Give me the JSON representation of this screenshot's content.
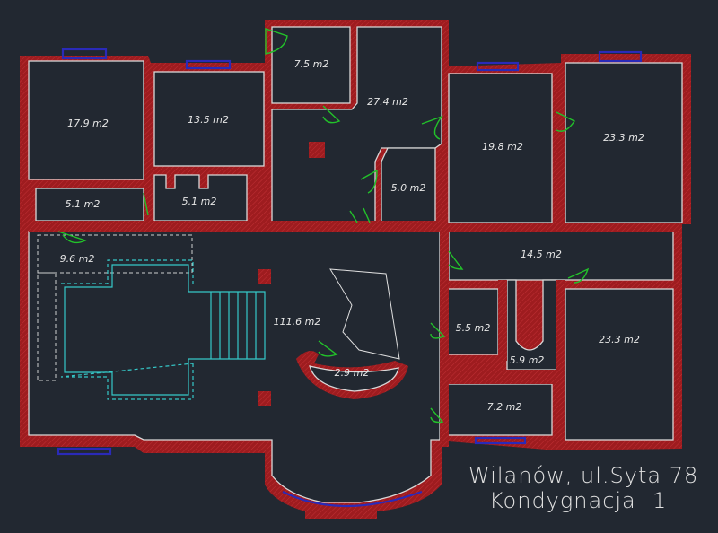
{
  "title": {
    "line1": "Wilanów, ul.Syta 78",
    "line2": "Kondygnacja -1"
  },
  "rooms": [
    {
      "id": "r1",
      "area": "17.9 m2"
    },
    {
      "id": "r2",
      "area": "13.5 m2"
    },
    {
      "id": "r3",
      "area": "7.5 m2"
    },
    {
      "id": "r4",
      "area": "27.4 m2"
    },
    {
      "id": "r5",
      "area": "19.8 m2"
    },
    {
      "id": "r6",
      "area": "23.3 m2"
    },
    {
      "id": "r7",
      "area": "5.1 m2"
    },
    {
      "id": "r8",
      "area": "5.1 m2"
    },
    {
      "id": "r9",
      "area": "5.0 m2"
    },
    {
      "id": "r10",
      "area": "9.6 m2"
    },
    {
      "id": "r11",
      "area": "111.6 m2"
    },
    {
      "id": "r12",
      "area": "14.5 m2"
    },
    {
      "id": "r13",
      "area": "5.5 m2"
    },
    {
      "id": "r14",
      "area": "5.9 m2"
    },
    {
      "id": "r15",
      "area": "23.3 m2"
    },
    {
      "id": "r16",
      "area": "2.9 m2"
    },
    {
      "id": "r17",
      "area": "7.2 m2"
    }
  ],
  "colors": {
    "background": "#222831",
    "wall": "#9e1c1f",
    "door": "#22c22a",
    "window": "#2a2ab8",
    "stairs": "#35c8c8"
  }
}
